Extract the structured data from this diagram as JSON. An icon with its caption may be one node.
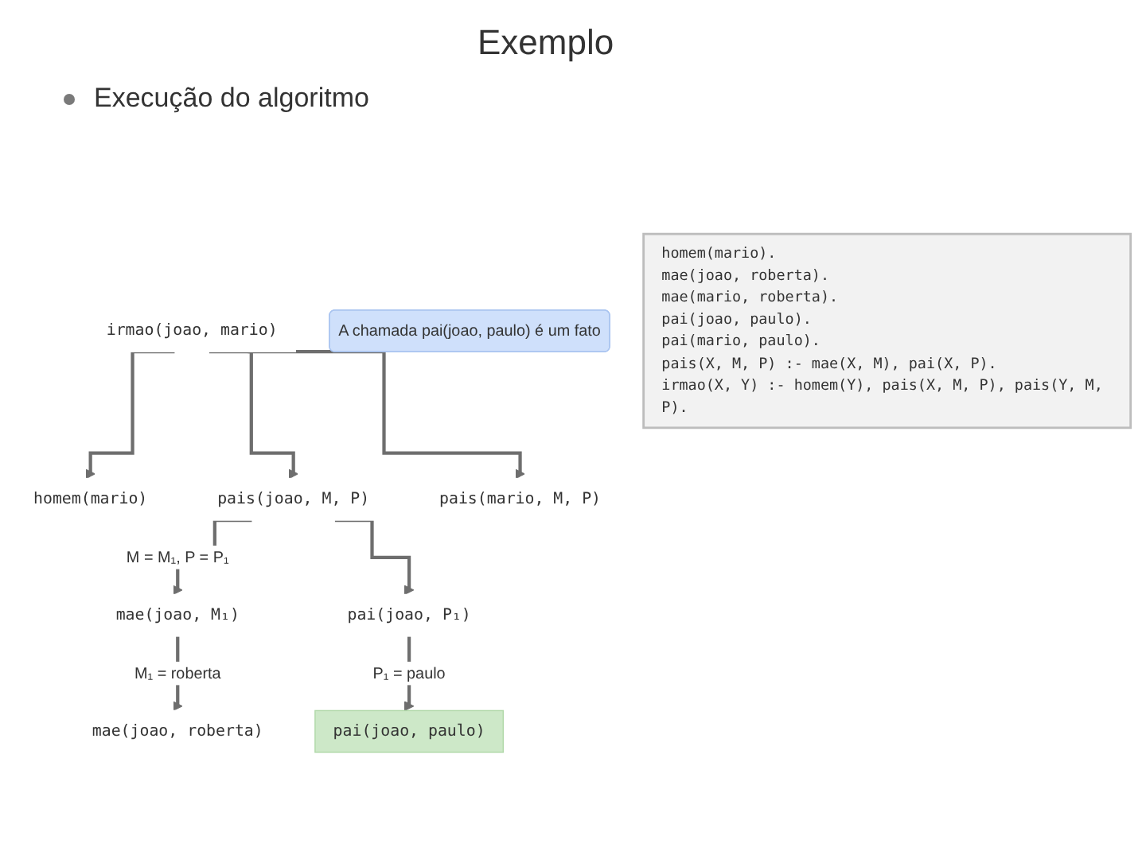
{
  "diagram": {
    "title": "Exemplo",
    "nodes": [
      {
        "text": [
          "homem(mario).",
          "mae(joao, roberta).",
          "mae(mario, roberta).",
          "pai(joao, paulo).",
          "pai(mario, paulo).",
          "pais(X, M, P) :- mae(X, M), pai(X, P).",
          "irmao(X, Y) :- homem(Y), pais(X, M, P), pais(Y, M, P)."
        ]
      },
      {
        "text": [
          "irmao(joao, mario)"
        ]
      },
      {
        "text": [
          "homem(mario)"
        ]
      },
      {
        "text": [
          "pais(joao, M, P)"
        ]
      },
      {
        "text": [
          "pais(mario, M, P)"
        ]
      },
      {
        "text": [
          "mae(joao, M₁)"
        ]
      },
      {
        "text": [
          "pai(joao, P₁)"
        ]
      },
      {
        "text": [
          "A chamada pai(joao, paulo) é um fato"
        ]
      },
      {
        "text": [
          "mae(joao, roberta)"
        ]
      },
      {
        "text": [
          "pai(joao, paulo)"
        ]
      }
    ],
    "edges": [
      {
        "from": 1,
        "to": 2,
        "arrow": "to"
      },
      {
        "from": 1,
        "to": 3,
        "arrow": "to"
      },
      {
        "from": 1,
        "to": 4,
        "arrow": "to"
      },
      {
        "from": 3,
        "to": 5,
        "arrow": "to",
        "label": "M = M₁, P = P₁"
      },
      {
        "from": 3,
        "to": 6,
        "arrow": "to"
      },
      {
        "from": 5,
        "to": 8,
        "arrow": "to",
        "label": "M₁ = roberta"
      },
      {
        "from": 6,
        "to": 9,
        "arrow": "to",
        "label": "P₁ = paulo"
      }
    ],
    "labels": [
      "Execução do algoritmo"
    ]
  }
}
